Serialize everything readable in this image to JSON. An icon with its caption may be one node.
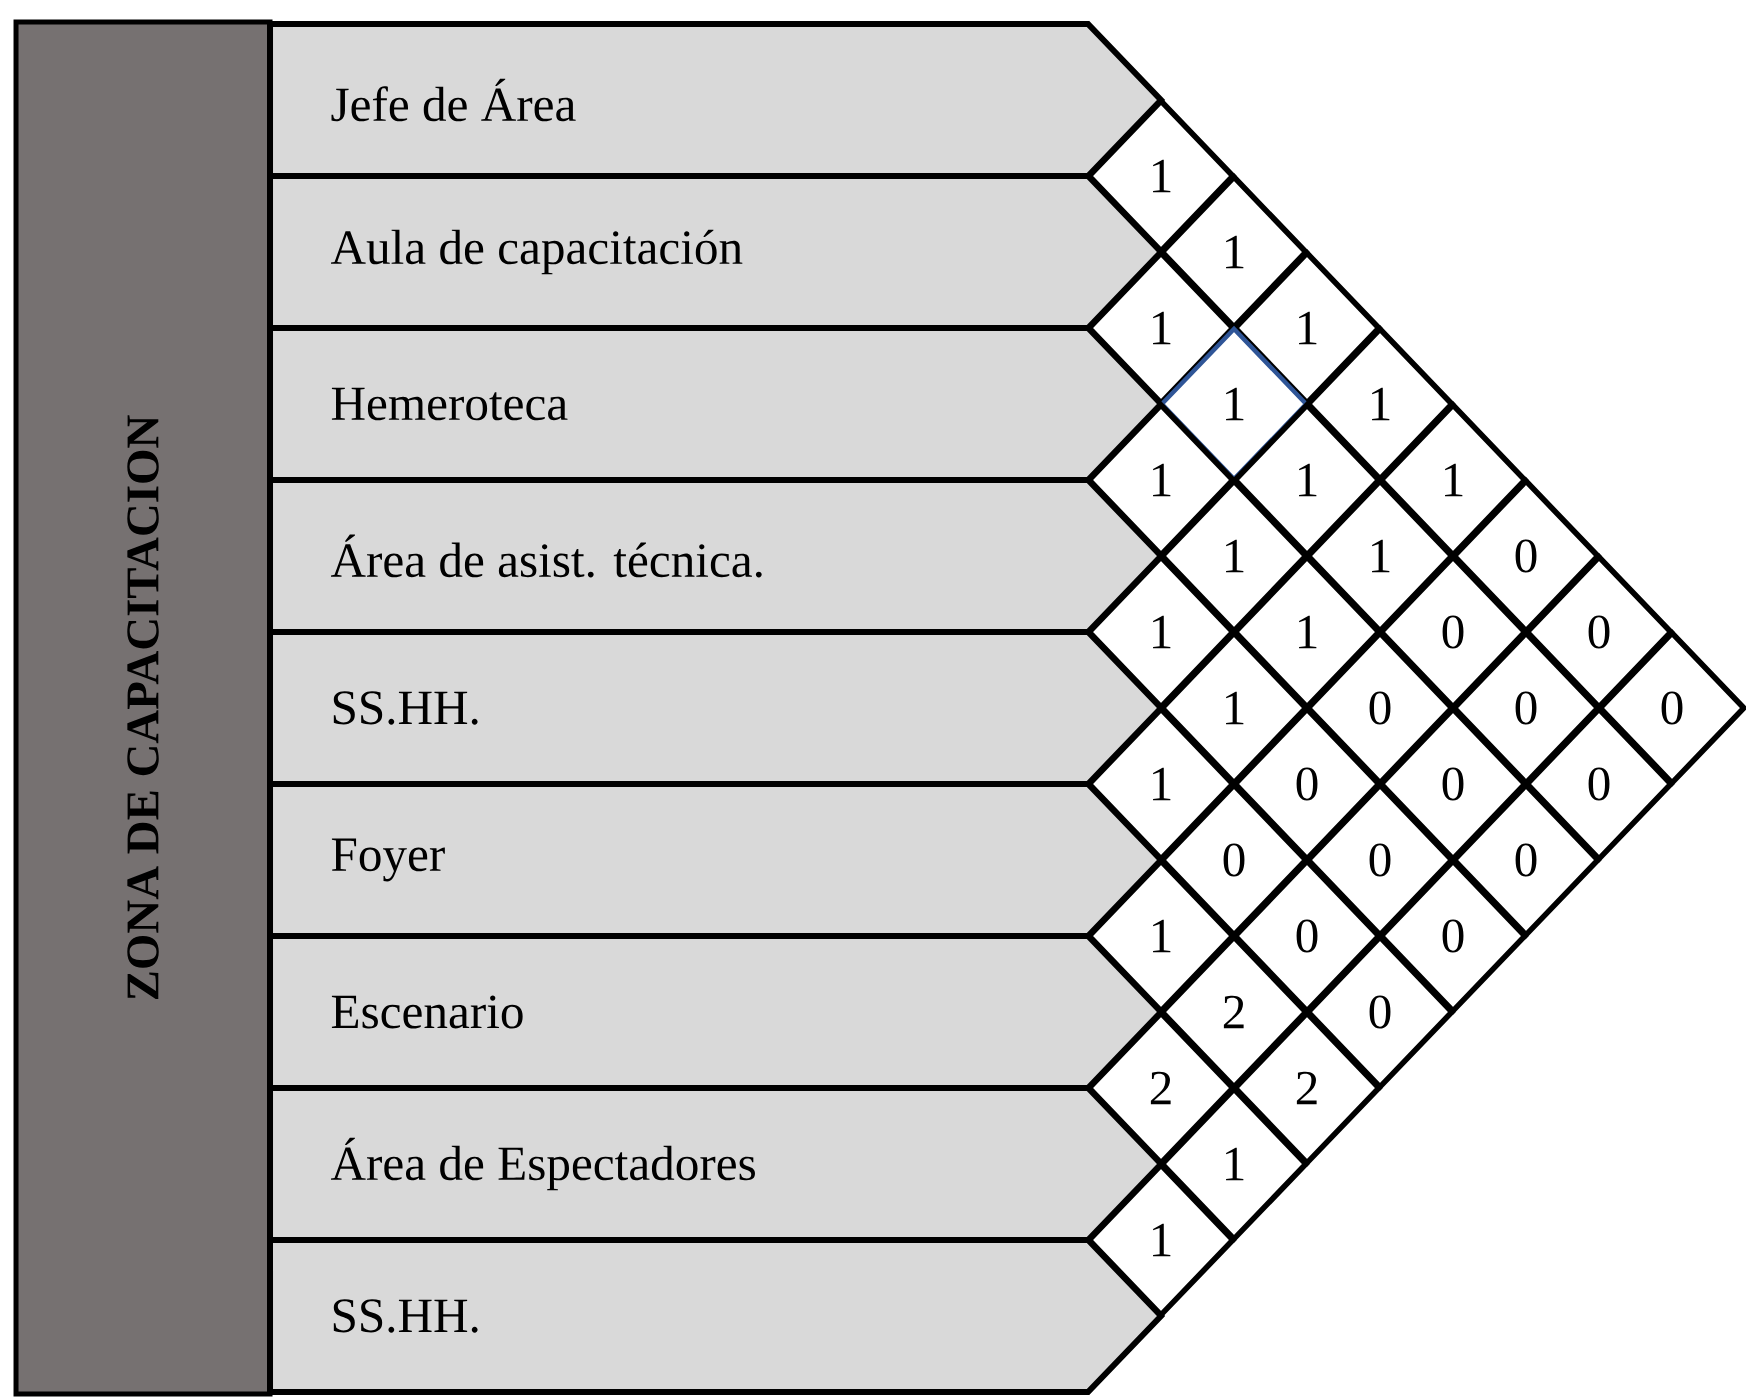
{
  "diagram": {
    "nodes": [
      {
        "text": [
          "ZONA DE CAPACITACION"
        ]
      },
      {
        "text": [
          "Jefe de Área"
        ]
      },
      {
        "text": [
          "Aula de capacitación"
        ]
      },
      {
        "text": [
          "Hemeroteca"
        ]
      },
      {
        "text": [
          "Área de asist. técnica."
        ]
      },
      {
        "text": [
          "SS.HH."
        ]
      },
      {
        "text": [
          "Foyer"
        ]
      },
      {
        "text": [
          "Escenario"
        ]
      },
      {
        "text": [
          "Área de Espectadores"
        ]
      },
      {
        "text": [
          "SS.HH."
        ]
      },
      {
        "text": [
          "1"
        ]
      },
      {
        "text": [
          "1"
        ]
      },
      {
        "text": [
          "1"
        ]
      },
      {
        "text": [
          "1"
        ]
      },
      {
        "text": [
          "1"
        ]
      },
      {
        "text": [
          "1"
        ]
      },
      {
        "text": [
          "1"
        ]
      },
      {
        "text": [
          "1"
        ]
      },
      {
        "text": [
          "1"
        ]
      },
      {
        "text": [
          "1"
        ]
      },
      {
        "text": [
          "1"
        ]
      },
      {
        "text": [
          "0"
        ]
      },
      {
        "text": [
          "1"
        ]
      },
      {
        "text": [
          "1"
        ]
      },
      {
        "text": [
          "0"
        ]
      },
      {
        "text": [
          "0"
        ]
      },
      {
        "text": [
          "1"
        ]
      },
      {
        "text": [
          "0"
        ]
      },
      {
        "text": [
          "0"
        ]
      },
      {
        "text": [
          "0"
        ]
      },
      {
        "text": [
          "1"
        ]
      },
      {
        "text": [
          "0"
        ]
      },
      {
        "text": [
          "0"
        ]
      },
      {
        "text": [
          "0"
        ]
      },
      {
        "text": [
          "0"
        ]
      },
      {
        "text": [
          "0"
        ]
      },
      {
        "text": [
          "0"
        ]
      },
      {
        "text": [
          "1"
        ]
      },
      {
        "text": [
          "0"
        ]
      },
      {
        "text": [
          "0"
        ]
      },
      {
        "text": [
          "2"
        ]
      },
      {
        "text": [
          "0"
        ]
      },
      {
        "text": [
          "2"
        ]
      },
      {
        "text": [
          "2"
        ]
      },
      {
        "text": [
          "1"
        ]
      },
      {
        "text": [
          "1"
        ]
      }
    ]
  }
}
